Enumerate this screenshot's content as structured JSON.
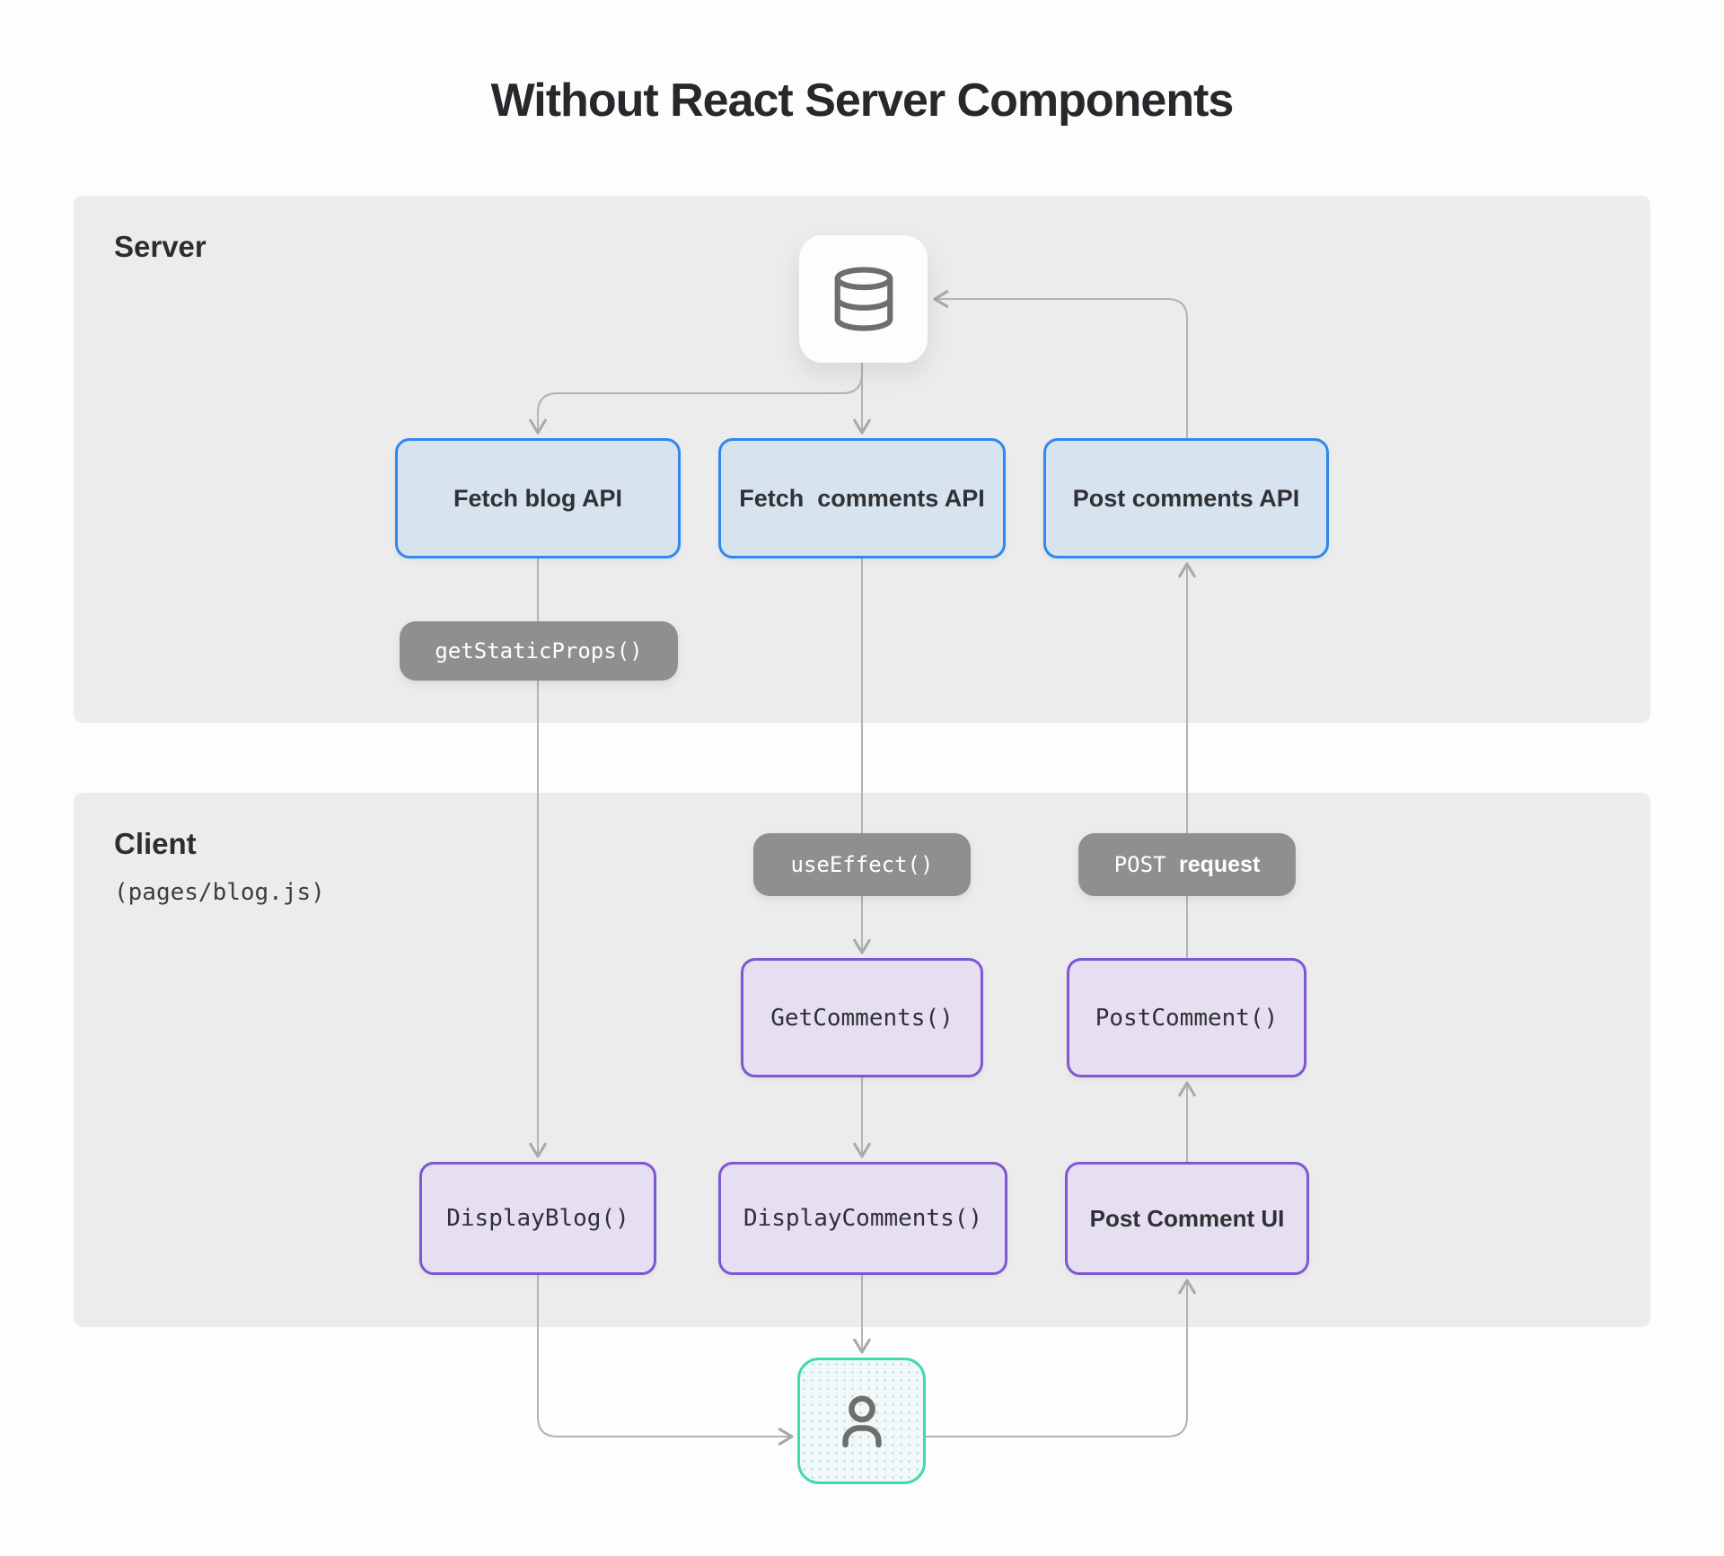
{
  "title": "Without React Server Components",
  "server_section": {
    "label": "Server",
    "database_icon": "database",
    "boxes": {
      "fetch_blog": "Fetch blog API",
      "fetch_comments": "Fetch  comments API",
      "post_comments": "Post comments API"
    },
    "pill_get_static_props": "getStaticProps()"
  },
  "client_section": {
    "label": "Client",
    "sublabel": "(pages/blog.js)",
    "pills": {
      "use_effect": "useEffect()",
      "post_request_mono": "POST ",
      "post_request_bold": "request"
    },
    "boxes": {
      "get_comments": "GetComments()",
      "post_comment": "PostComment()",
      "display_blog": "DisplayBlog()",
      "display_comments": "DisplayComments()",
      "post_comment_ui": "Post Comment UI"
    },
    "user_icon": "user"
  },
  "colors": {
    "page_background": "#fdfdfd",
    "section_background": "#ececec",
    "api_box_border": "#2f88ee",
    "api_box_fill": "#d8e3f0",
    "component_box_border": "#7e57d2",
    "component_box_fill": "#e6def1",
    "pill_background": "#8f8f8f",
    "pill_text": "#ffffff",
    "user_box_border": "#41d9b1",
    "user_box_fill": "#f1f8f8",
    "connector": "#b3b3b3",
    "title_text": "#26282b"
  }
}
